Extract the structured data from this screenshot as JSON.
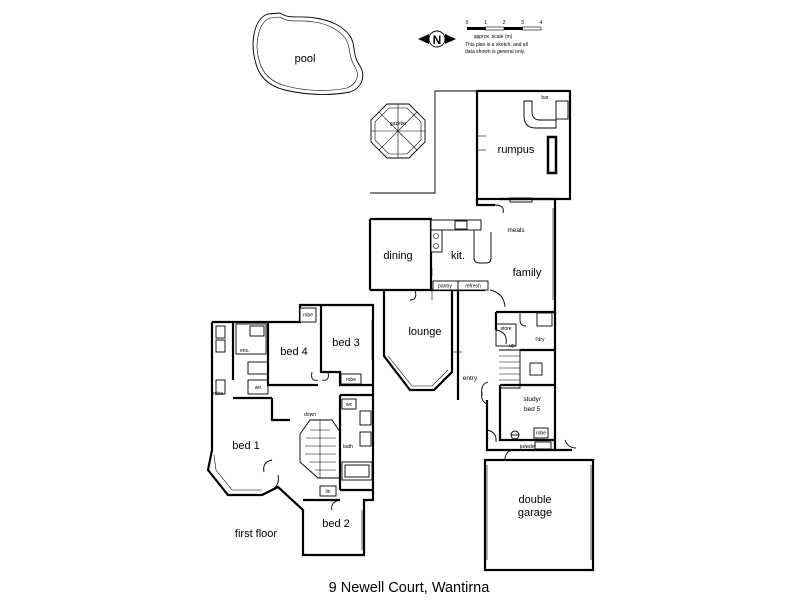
{
  "labels": {
    "pool": "pool",
    "gazebo": "gazebo",
    "rumpus": "rumpus",
    "bar": "bar",
    "meals": "meals",
    "dining": "dining",
    "kit": "kit.",
    "family": "family",
    "lounge": "lounge",
    "entry": "entry",
    "store": "store",
    "ldry": "l'dry",
    "study": "study/",
    "bed5": "bed 5",
    "powder": "powder",
    "garage_1": "double",
    "garage_2": "garage",
    "pantry": "pantry",
    "refresh": "refresh",
    "bed1": "bed 1",
    "bed2": "bed 2",
    "bed3": "bed 3",
    "bed4": "bed 4",
    "ens": "ens.",
    "bath": "bath",
    "down": "down",
    "up": "up",
    "first_floor": "first floor",
    "wir": "wir",
    "robe": "robe",
    "lin": "lin",
    "wc": "wc"
  },
  "scale": {
    "ticks": [
      "0",
      "1",
      "2",
      "3",
      "4"
    ],
    "caption": "approx. scale (m)",
    "note_1": "This plan is a sketch, and all",
    "note_2": "data shown is general only."
  },
  "compass": {
    "letter": "N"
  },
  "address": "9 Newell Court, Wantirna"
}
